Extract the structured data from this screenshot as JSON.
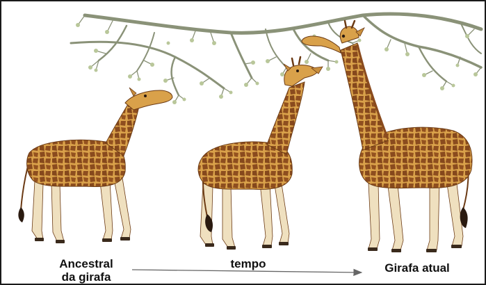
{
  "labels": {
    "ancestor_line1": "Ancestral",
    "ancestor_line2": "da girafa",
    "time": "tempo",
    "modern": "Girafa atual"
  },
  "colors": {
    "branch": "#8a9278",
    "leaf": "#b9c79a",
    "giraffe_coat": "#d9a14a",
    "giraffe_patch": "#8a4b1e",
    "giraffe_belly": "#efe0bf",
    "arrow": "#666666",
    "frame": "#1a1a1a"
  },
  "icons": {
    "arrow": "time-arrow-icon"
  }
}
